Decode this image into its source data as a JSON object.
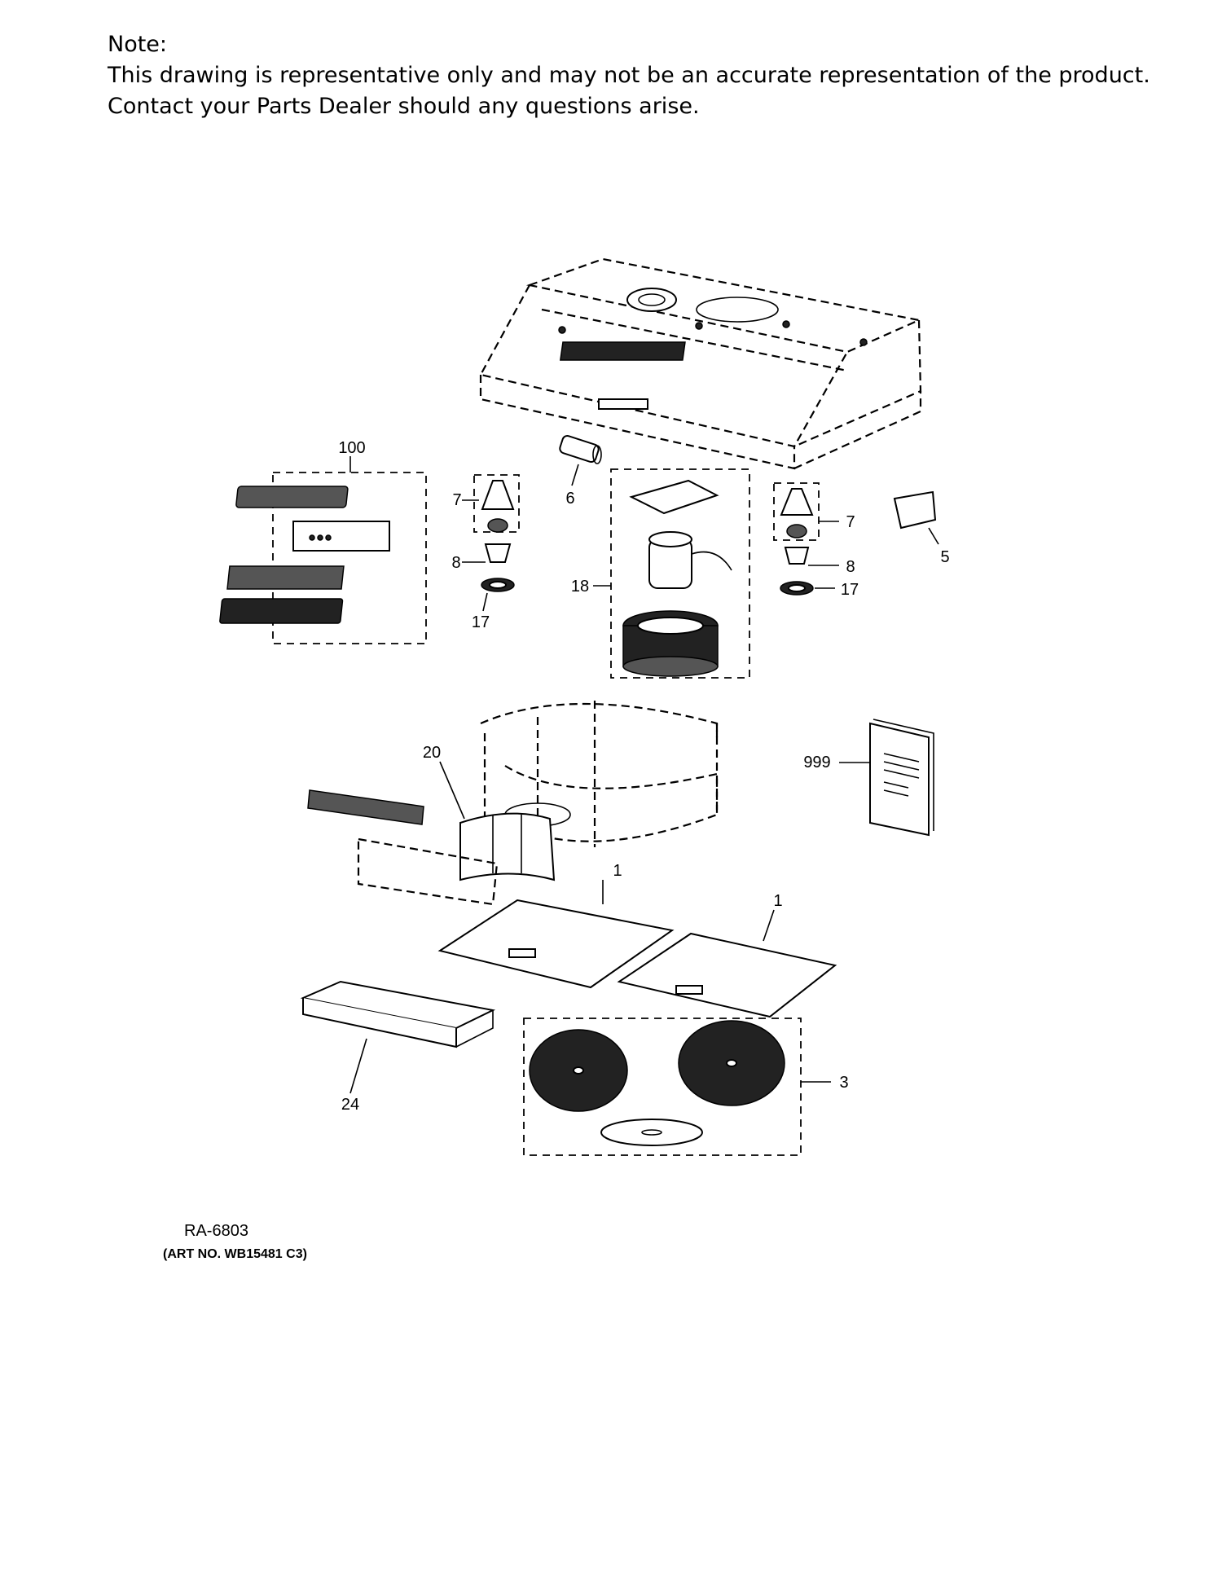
{
  "note": {
    "heading": "Note:",
    "line1": "This drawing is representative only and may not be an accurate representation of the product.",
    "line2": "Contact your Parts Dealer should any questions arise."
  },
  "callouts": {
    "c100": "100",
    "c7_left": "7",
    "c6": "6",
    "c7_right": "7",
    "c5": "5",
    "c8_left": "8",
    "c8_right": "8",
    "c18": "18",
    "c17_right": "17",
    "c17_left": "17",
    "c20": "20",
    "c999": "999",
    "c1_left": "1",
    "c1_right": "1",
    "c3": "3",
    "c24": "24"
  },
  "footer": {
    "diagram_code": "RA-6803",
    "art_number": "(ART NO. WB15481 C3)"
  }
}
